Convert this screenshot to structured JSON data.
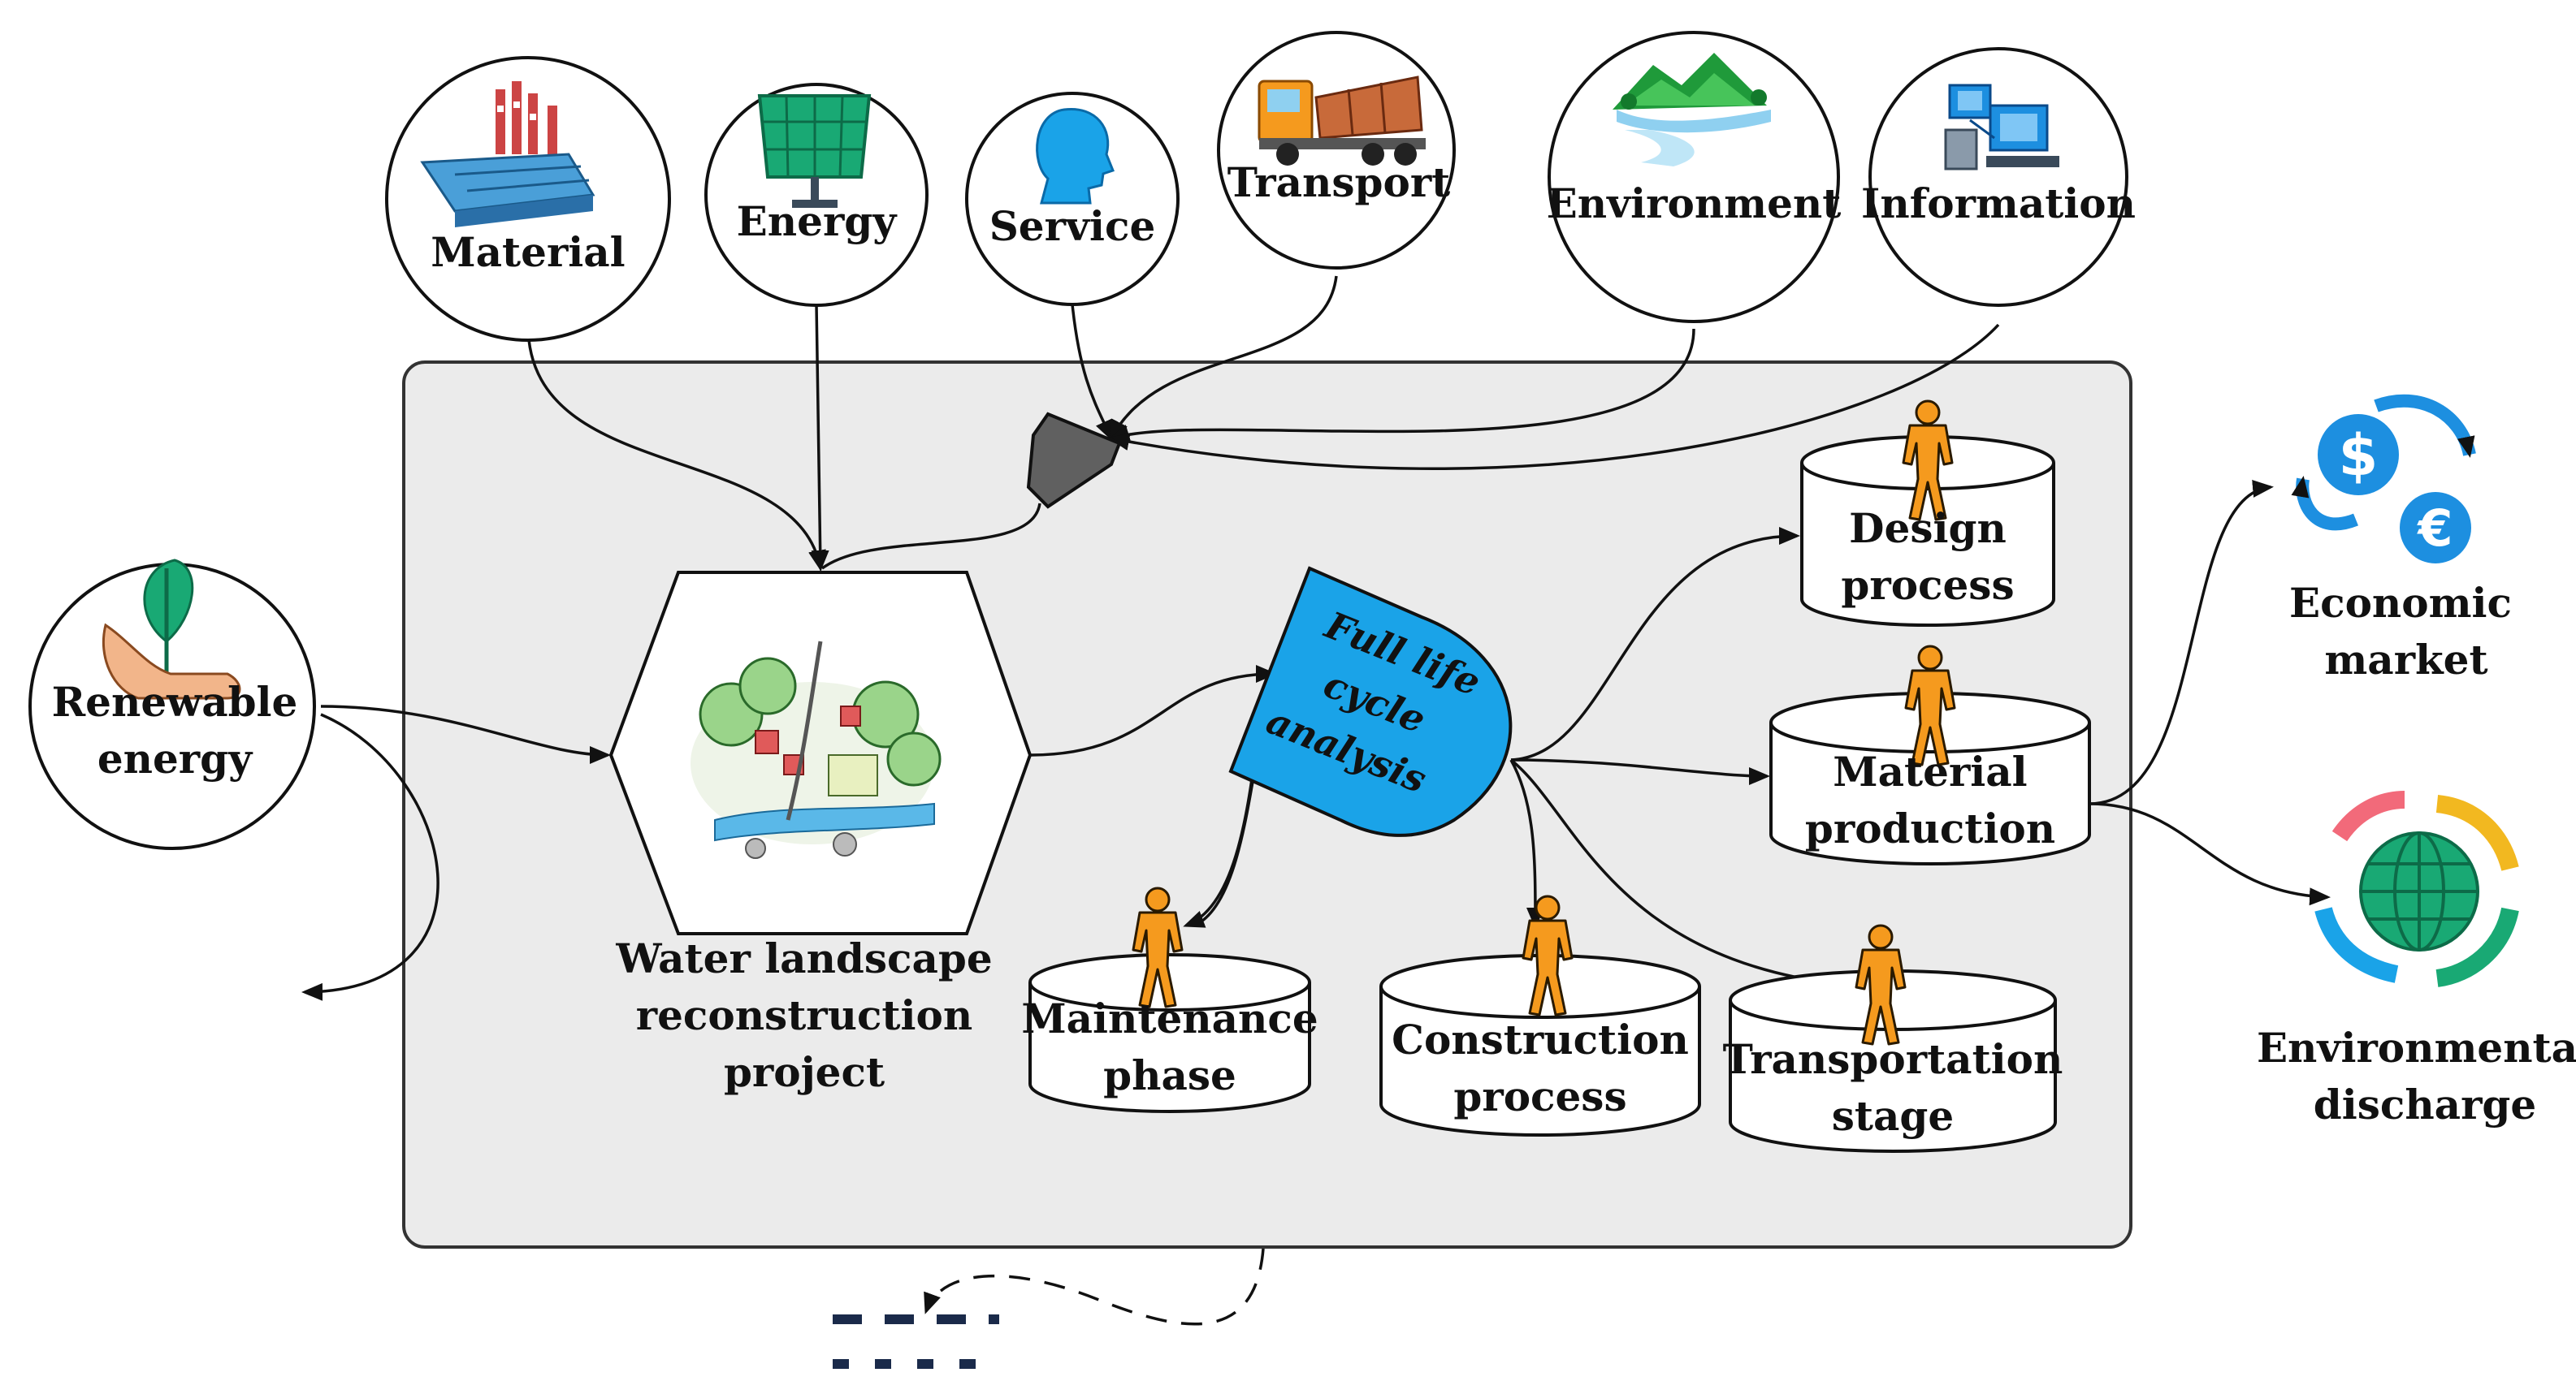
{
  "inputs": {
    "material": "Material",
    "energy": "Energy",
    "service": "Service",
    "transport": "Transport",
    "environment": "Environment",
    "information": "Information"
  },
  "renewable": {
    "line1": "Renewable",
    "line2": "energy"
  },
  "project": {
    "line1": "Water landscape",
    "line2": "reconstruction",
    "line3": "project"
  },
  "analysis": {
    "line1": "Full life",
    "line2": "cycle",
    "line3": "analysis"
  },
  "stages": {
    "design": {
      "line1": "Design",
      "line2": "process"
    },
    "material_production": {
      "line1": "Material",
      "line2": "production"
    },
    "transportation": {
      "line1": "Transportation",
      "line2": "stage"
    },
    "construction": {
      "line1": "Construction",
      "line2": "process"
    },
    "maintenance": {
      "line1": "Maintenance",
      "line2": "phase"
    }
  },
  "outputs": {
    "economic": {
      "line1": "Economic",
      "line2": "market"
    },
    "environmental": {
      "line1": "Environmental",
      "line2": "discharge"
    }
  },
  "colors": {
    "panel": "#ebebeb",
    "analysis_blue": "#1aa3e8",
    "person_orange": "#f59a1e",
    "icon_blue": "#1d8fe0",
    "icon_green": "#19a974"
  }
}
